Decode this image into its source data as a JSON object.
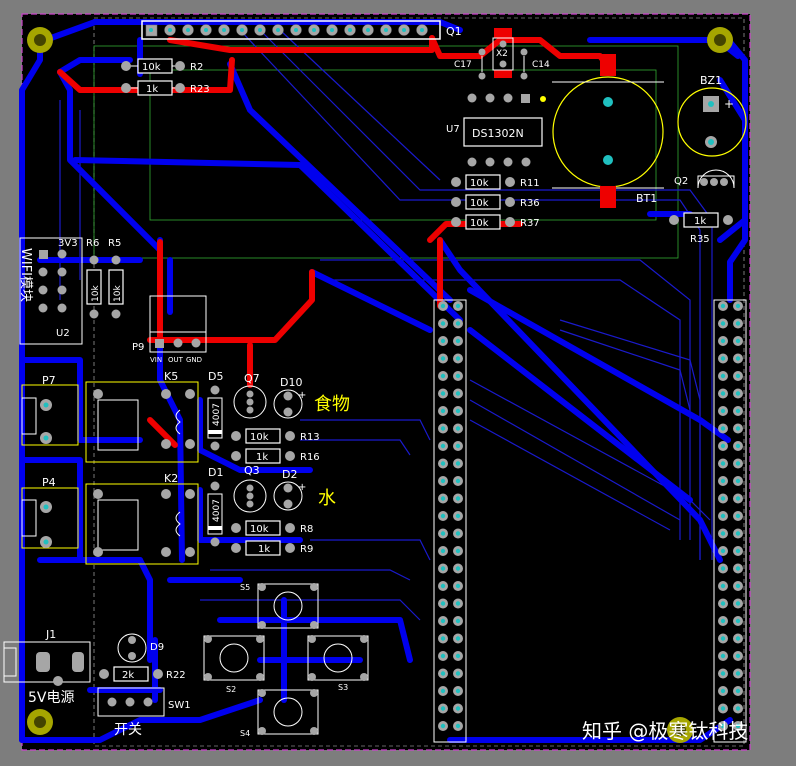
{
  "board": {
    "board_bg": "#000000",
    "outside_bg": "#7d7d7d",
    "top_copper": "#ee0000",
    "bottom_copper": "#0000ee",
    "silkscreen": "#ffffff",
    "outline": "#ffff00",
    "pad": "#a6a6a6",
    "hole": "#20c0c0"
  },
  "components": {
    "q1": "Q1",
    "x2": "X2",
    "c17": "C17",
    "c14": "C14",
    "bz1": "BZ1",
    "u7": "U7",
    "ds1302": "DS1302N",
    "bt1": "BT1",
    "q2": "Q2",
    "r2": "R2",
    "r2_val": "10k",
    "r23": "R23",
    "r23_val": "1k",
    "r11": "R11",
    "r11_val": "10k",
    "r36": "R36",
    "r36_val": "10k",
    "r37": "R37",
    "r37_val": "10k",
    "r35": "R35",
    "r35_val": "1k",
    "v3v3": "3V3",
    "r6": "R6",
    "r6_val": "10k",
    "r5": "R5",
    "r5_val": "10k",
    "wifi": "WIFI模块",
    "u2": "U2",
    "p9": "P9",
    "p9_pins": [
      "VIN",
      "OUT",
      "GND"
    ],
    "p7": "P7",
    "k5": "K5",
    "d5": "D5",
    "d5_val": "4007",
    "q7": "Q7",
    "d10": "D10",
    "food": "食物",
    "r13": "R13",
    "r13_val": "10k",
    "r16": "R16",
    "r16_val": "1k",
    "p4": "P4",
    "k2": "K2",
    "d1": "D1",
    "d1_val": "4007",
    "q3": "Q3",
    "d2": "D2",
    "water": "水",
    "r8": "R8",
    "r8_val": "10k",
    "r9": "R9",
    "r9_val": "1k",
    "s5": "S5",
    "s2": "S2",
    "s3": "S3",
    "s4": "S4",
    "j1": "J1",
    "power": "5V电源",
    "d9": "D9",
    "r22": "R22",
    "r22_val": "2k",
    "sw1": "SW1",
    "switch": "开关"
  },
  "watermark": "知乎 @极寒钛科技"
}
